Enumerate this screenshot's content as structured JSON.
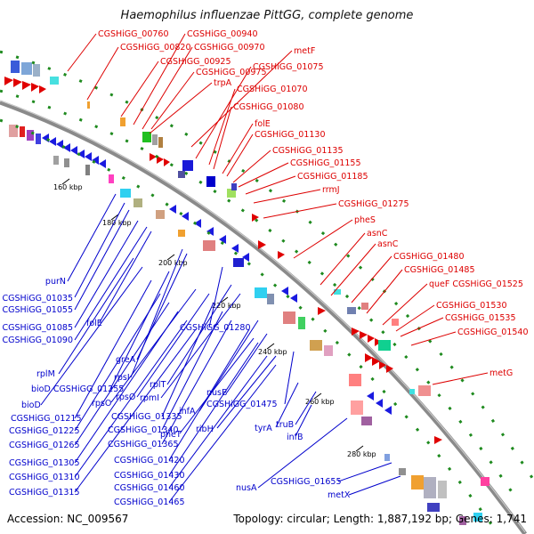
{
  "title": "Haemophilus influenzae PittGG, complete genome",
  "footer": {
    "accession": "Accession: NC_009567",
    "topology": "Topology: circular; Length: 1,887,192 bp; Genes: 1,741"
  },
  "colors": {
    "forward_label": "#dd0000",
    "reverse_label": "#0000cc",
    "backbone": "#8a8a8a",
    "tick": "#1e8a1e"
  },
  "scale_ticks": [
    "160 kbp",
    "180 kbp",
    "200 kbp",
    "220 kbp",
    "240 kbp",
    "260 kbp",
    "280 kbp"
  ],
  "forward_labels": [
    "CGSHiGG_00760",
    "CGSHiGG_00820",
    "CGSHiGG_00925",
    "CGSHiGG_00975",
    "CGSHiGG_00940",
    "CGSHiGG_00970",
    "metF",
    "CGSHiGG_01075",
    "trpA",
    "CGSHiGG_01070",
    "CGSHiGG_01080",
    "folE",
    "CGSHiGG_01130",
    "CGSHiGG_01135",
    "CGSHiGG_01155",
    "CGSHiGG_01185",
    "rrmJ",
    "CGSHiGG_01275",
    "pheS",
    "asnC",
    "asnC",
    "CGSHiGG_01480",
    "CGSHiGG_01485",
    "queF CGSHiGG_01525",
    "CGSHiGG_01530",
    "CGSHiGG_01535",
    "CGSHiGG_01540",
    "metG"
  ],
  "reverse_labels": [
    "purN",
    "CGSHiGG_01035",
    "CGSHiGG_01055",
    "CGSHiGG_01085",
    "folE",
    "CGSHiGG_01090",
    "CGSHiGG_01280",
    "greA",
    "rpsI",
    "rplM",
    "rpsO",
    "bioD CGSHiGG_01255",
    "rplT",
    "rpmI",
    "bioD",
    "rpsO",
    "CGSHiGG_01335",
    "ihfA",
    "nusB",
    "CGSHiGG_01475",
    "CGSHiGG_01215",
    "CGSHiGG_01340",
    "pheT",
    "ribH",
    "CGSHiGG_01225",
    "CGSHiGG_01365",
    "truB",
    "tyrA",
    "infB",
    "CGSHiGG_01265",
    "CGSHiGG_01420",
    "CGSHiGG_01305",
    "CGSHiGG_01430",
    "CGSHiGG_01310",
    "CGSHiGG_01460",
    "CGSHiGG_01315",
    "CGSHiGG_01465",
    "nusA",
    "CGSHiGG_01655",
    "metX"
  ]
}
